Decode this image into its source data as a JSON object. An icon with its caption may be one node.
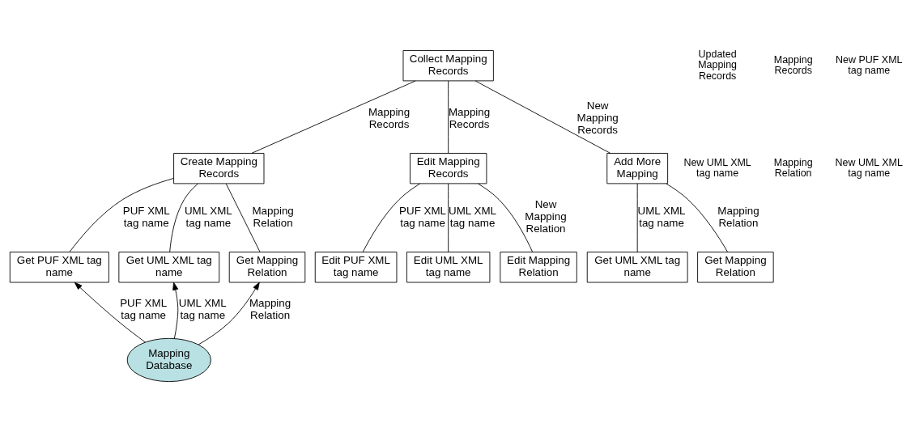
{
  "diagram": {
    "nodes": [
      {
        "text": [
          "Collect Mapping Records"
        ]
      },
      {
        "text": [
          "Create Mapping Records"
        ]
      },
      {
        "text": [
          "Edit Mapping Records"
        ]
      },
      {
        "text": [
          "Add More Mapping"
        ]
      },
      {
        "text": [
          "Get PUF XML tag name"
        ]
      },
      {
        "text": [
          "Get UML XML tag name"
        ]
      },
      {
        "text": [
          "Get Mapping Relation"
        ]
      },
      {
        "text": [
          "Edit PUF XML tag name"
        ]
      },
      {
        "text": [
          "Edit UML XML tag name"
        ]
      },
      {
        "text": [
          "Edit Mapping Relation"
        ]
      },
      {
        "text": [
          "Get UML XML tag name"
        ]
      },
      {
        "text": [
          "Get Mapping Relation"
        ]
      },
      {
        "text": [
          "Mapping Database"
        ]
      }
    ],
    "edges": [
      {
        "from": 0,
        "to": 1,
        "arrow": "none",
        "label": "Mapping Records"
      },
      {
        "from": 0,
        "to": 2,
        "arrow": "none",
        "label": "Mapping Records"
      },
      {
        "from": 0,
        "to": 3,
        "arrow": "none",
        "label": "New Mapping Records"
      },
      {
        "from": 1,
        "to": 4,
        "arrow": "none",
        "label": "PUF XML tag name"
      },
      {
        "from": 1,
        "to": 5,
        "arrow": "none",
        "label": "UML XML tag name"
      },
      {
        "from": 1,
        "to": 6,
        "arrow": "none",
        "label": "Mapping Relation"
      },
      {
        "from": 2,
        "to": 7,
        "arrow": "none",
        "label": "PUF XML tag name"
      },
      {
        "from": 2,
        "to": 8,
        "arrow": "none",
        "label": "UML XML tag name"
      },
      {
        "from": 2,
        "to": 9,
        "arrow": "none",
        "label": "New Mapping Relation"
      },
      {
        "from": 3,
        "to": 10,
        "arrow": "none",
        "label": "UML XML tag name"
      },
      {
        "from": 3,
        "to": 11,
        "arrow": "none",
        "label": "Mapping Relation"
      },
      {
        "from": 12,
        "to": 4,
        "arrow": "to",
        "label": "PUF XML tag name"
      },
      {
        "from": 12,
        "to": 5,
        "arrow": "to",
        "label": "UML XML tag name"
      },
      {
        "from": 12,
        "to": 6,
        "arrow": "to",
        "label": "Mapping Relation"
      }
    ],
    "labels": [
      "Updated Mapping Records",
      "Mapping Records",
      "New PUF XML tag name",
      "New UML XML tag name",
      "Mapping Relation",
      "New UML XML tag name"
    ]
  }
}
